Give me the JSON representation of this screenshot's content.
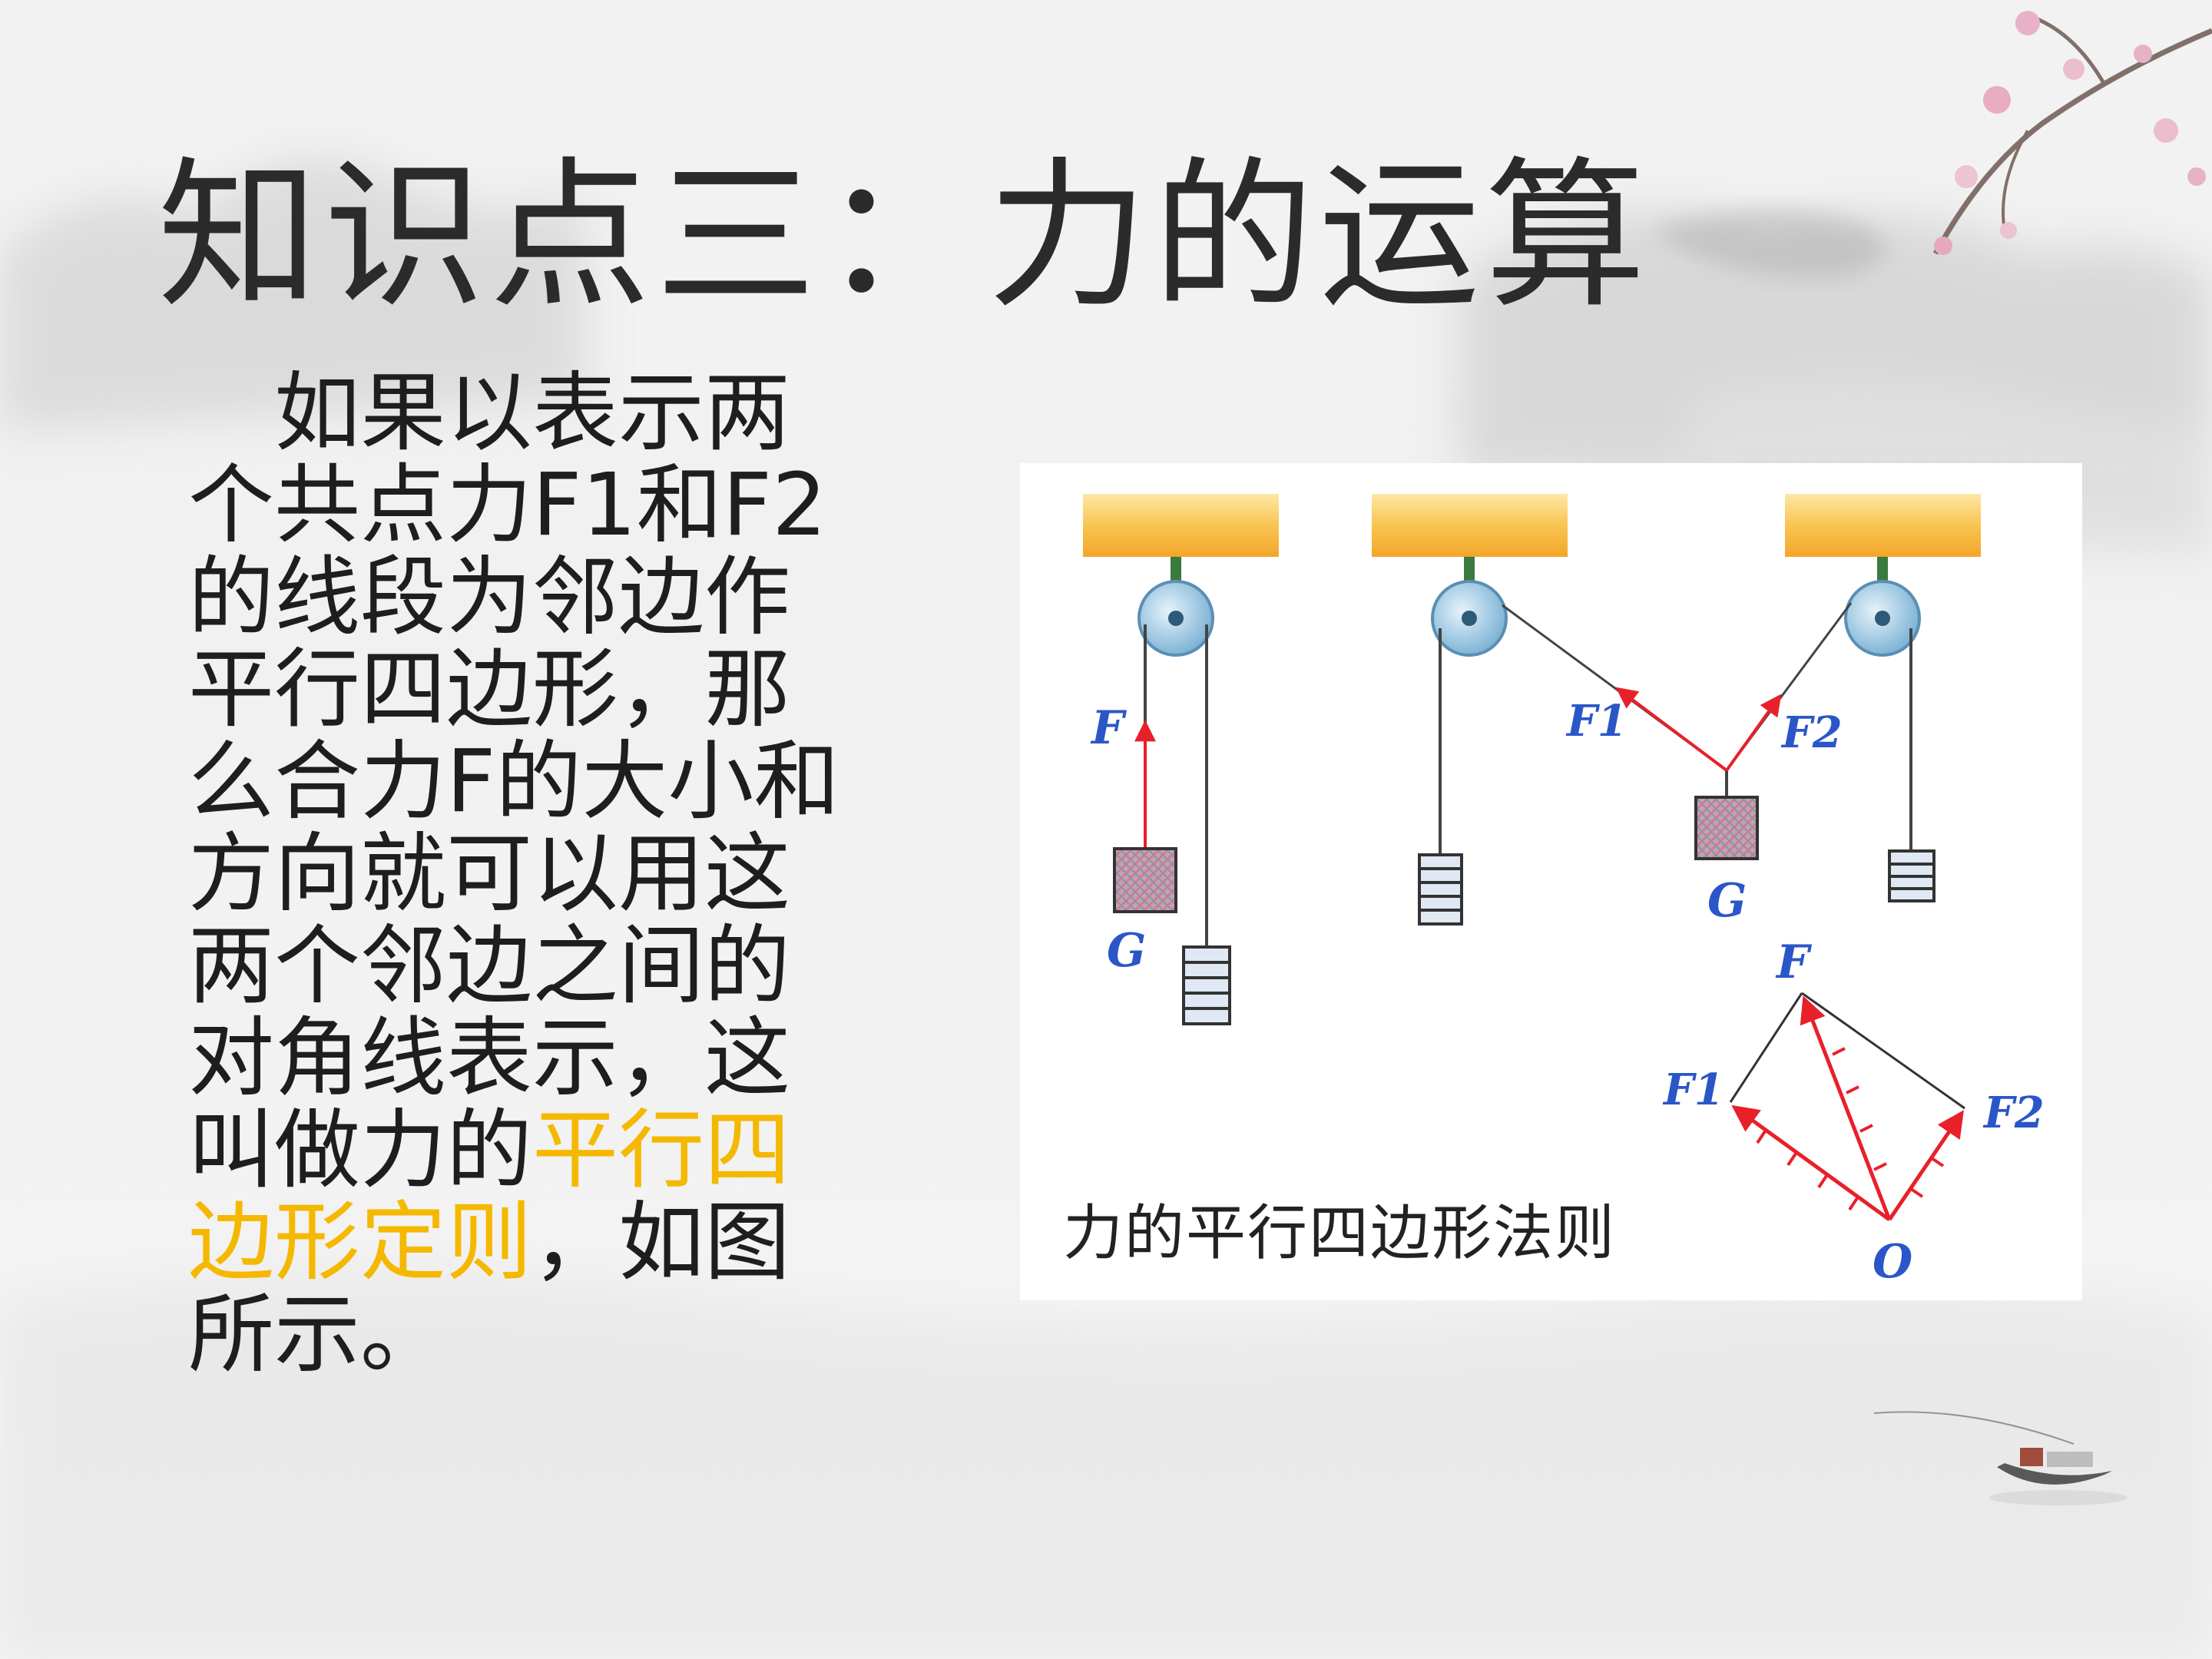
{
  "title": "知识点三：力的运算",
  "paragraph": {
    "lines": [
      "　如果以表示两",
      "个共点力F1和F2",
      "的线段为邻边作",
      "平行四边形，那",
      "么合力F的大小和",
      "方向就可以用这",
      "两个邻边之间的",
      "对角线表示，这"
    ],
    "line9_before": "叫做力的",
    "highlight_part1": "平行四",
    "highlight_part2": "边形定则",
    "line10_after": "，如图",
    "line11": "所示。"
  },
  "figure": {
    "caption": "力的平行四边形法则",
    "labels": {
      "f_left": "F",
      "g_left": "G",
      "f1_middle": "F1",
      "f2_middle": "F2",
      "g_middle": "G",
      "f_top": "F",
      "f1_diagram": "F1",
      "f2_diagram": "F2",
      "o_point": "O"
    }
  },
  "colors": {
    "highlight": "#f5b800",
    "force_arrow": "#e8202a",
    "label_blue": "#2a56c8",
    "beam": "#f7b83a"
  }
}
